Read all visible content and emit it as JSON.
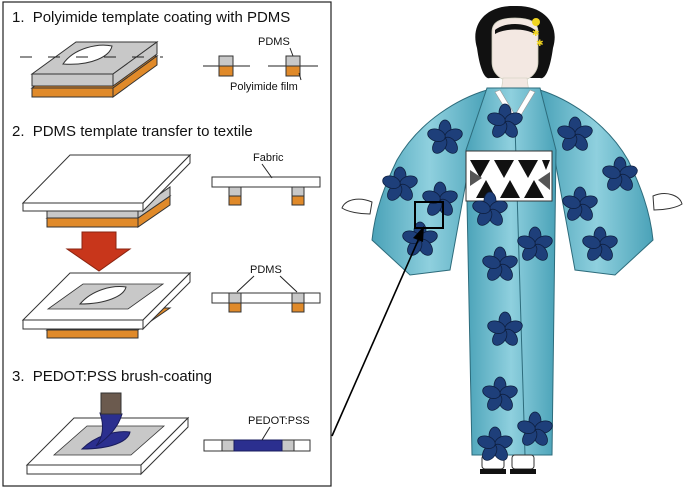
{
  "steps": [
    {
      "number": "1.",
      "title": "Polyimide template coating with PDMS"
    },
    {
      "number": "2.",
      "title": "PDMS template transfer to textile"
    },
    {
      "number": "3.",
      "title": "PEDOT:PSS brush-coating"
    }
  ],
  "labels": {
    "pdms_top": "PDMS",
    "polyimide_film": "Polyimide film",
    "fabric": "Fabric",
    "pdms_mid": "PDMS",
    "pedot_pss": "PEDOT:PSS"
  },
  "colors": {
    "pdms_gray": "#c8c8c8",
    "polyimide_orange": "#e08a2a",
    "pedot_blue": "#2b2f8f",
    "arrow_red": "#c8361b",
    "kimono_teal": "#5fb2c6",
    "flower_navy": "#1e3f7a",
    "hairpin_yellow": "#f0d420"
  }
}
